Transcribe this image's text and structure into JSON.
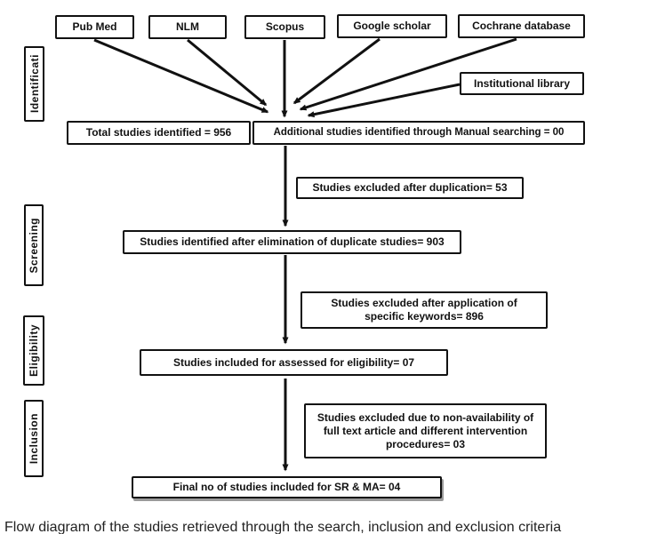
{
  "flowchart": {
    "sources": [
      "Pub Med",
      "NLM",
      "Scopus",
      "Google scholar",
      "Cochrane database",
      "Institutional library"
    ],
    "stages": [
      "Identificati",
      "Screening",
      "Eligibility",
      "Inclusion"
    ],
    "nodes": {
      "total_identified": "Total studies identified = 956",
      "additional_manual": "Additional studies identified through Manual searching = 00",
      "excluded_duplication": "Studies excluded after duplication= 53",
      "after_duplicate_elimination": "Studies identified after elimination of duplicate studies= 903",
      "excluded_keywords": "Studies excluded after application of specific keywords= 896",
      "assessed_eligibility": "Studies included for assessed for eligibility= 07",
      "excluded_fulltext": "Studies excluded due to non-availability of full text article and different intervention procedures= 03",
      "final_included": "Final no of studies included for SR & MA= 04"
    },
    "caption": "Flow diagram of the studies retrieved through the search, inclusion and exclusion criteria",
    "colors": {
      "line": "#111111",
      "box_border": "#111111",
      "text": "#111111",
      "background": "#ffffff"
    }
  }
}
